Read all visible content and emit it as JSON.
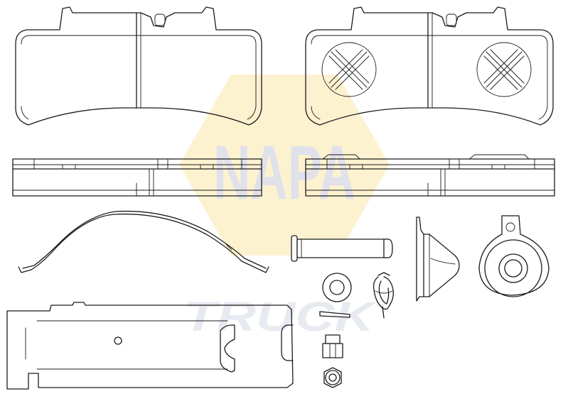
{
  "watermark": {
    "brand": "NAPA",
    "subtitle": "TRUCK",
    "colors": {
      "hexagon": "#fbeec0",
      "brand_text": "#dde0ee",
      "subtitle_text": "#e6e8f1"
    }
  },
  "parts": {
    "pad_plain": "brake-pad-friction-face",
    "pad_sensor": "brake-pad-with-wear-sensor-marks",
    "backplate_side_a": "brake-pad-side-profile",
    "backplate_side_b": "brake-pad-side-profile",
    "retaining_spring": "retaining-spring",
    "pin": "retaining-pin",
    "washer": "washer",
    "r_clip": "r-clip",
    "split_pin": "split-pin",
    "sleeve": "sleeve",
    "nut": "hex-nut",
    "cone": "rubber-cap",
    "eye_bracket": "eye-bracket",
    "hold_down_plate": "hold-down-plate"
  }
}
